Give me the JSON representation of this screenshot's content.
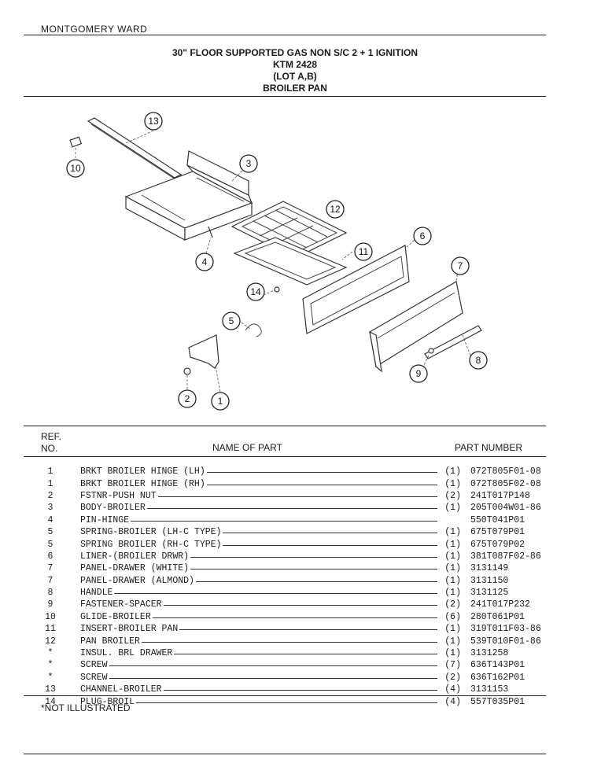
{
  "header": {
    "brand": "MONTGOMERY WARD",
    "title_line1": "30\" FLOOR SUPPORTED GAS NON S/C 2 + 1 IGNITION",
    "title_line2": "KTM 2428",
    "title_line3": "(LOT A,B)",
    "title_line4": "BROILER PAN"
  },
  "diagram": {
    "callouts": [
      "1",
      "2",
      "3",
      "4",
      "5",
      "6",
      "7",
      "8",
      "9",
      "10",
      "11",
      "12",
      "13",
      "14"
    ]
  },
  "table": {
    "col_ref_line1": "REF.",
    "col_ref_line2": "NO.",
    "col_name": "NAME OF PART",
    "col_part": "PART NUMBER",
    "rows": [
      {
        "ref": "1",
        "name": "BRKT BROILER HINGE (LH)",
        "qty": "(1)",
        "part": "072T805F01-08"
      },
      {
        "ref": "1",
        "name": "BRKT BROILER HINGE (RH)",
        "qty": "(1)",
        "part": "072T805F02-08"
      },
      {
        "ref": "2",
        "name": "FSTNR-PUSH NUT",
        "qty": "(2)",
        "part": "241T017P148"
      },
      {
        "ref": "3",
        "name": "BODY-BROILER",
        "qty": "(1)",
        "part": "205T004W01-86"
      },
      {
        "ref": "4",
        "name": "PIN-HINGE",
        "qty": "",
        "part": "550T041P01"
      },
      {
        "ref": "5",
        "name": "SPRING-BROILER (LH-C TYPE)",
        "qty": "(1)",
        "part": "675T079P01"
      },
      {
        "ref": "5",
        "name": "SPRING BROILER (RH-C TYPE)",
        "qty": "(1)",
        "part": "675T079P02"
      },
      {
        "ref": "6",
        "name": "LINER-(BROILER DRWR)",
        "qty": "(1)",
        "part": "381T087F02-86"
      },
      {
        "ref": "7",
        "name": "PANEL-DRAWER (WHITE)",
        "qty": "(1)",
        "part": "3131149"
      },
      {
        "ref": "7",
        "name": "PANEL-DRAWER (ALMOND)",
        "qty": "(1)",
        "part": "3131150"
      },
      {
        "ref": "8",
        "name": "HANDLE",
        "qty": "(1)",
        "part": "3131125"
      },
      {
        "ref": "9",
        "name": "FASTENER-SPACER",
        "qty": "(2)",
        "part": "241T017P232"
      },
      {
        "ref": "10",
        "name": "GLIDE-BROILER",
        "qty": "(6)",
        "part": "280T061P01"
      },
      {
        "ref": "11",
        "name": "INSERT-BROILER PAN",
        "qty": "(1)",
        "part": "319T011F03-86"
      },
      {
        "ref": "12",
        "name": "PAN BROILER",
        "qty": "(1)",
        "part": "539T010F01-86"
      },
      {
        "ref": "*",
        "name": "INSUL. BRL DRAWER",
        "qty": "(1)",
        "part": "3131258"
      },
      {
        "ref": "*",
        "name": "SCREW",
        "qty": "(7)",
        "part": "636T143P01"
      },
      {
        "ref": "*",
        "name": "SCREW",
        "qty": "(2)",
        "part": "636T162P01"
      },
      {
        "ref": "13",
        "name": "CHANNEL-BROILER",
        "qty": "(4)",
        "part": "3131153"
      },
      {
        "ref": "14",
        "name": "PLUG-BROIL",
        "qty": "(4)",
        "part": "557T035P01"
      }
    ]
  },
  "footnote": "*NOT ILLUSTRATED"
}
